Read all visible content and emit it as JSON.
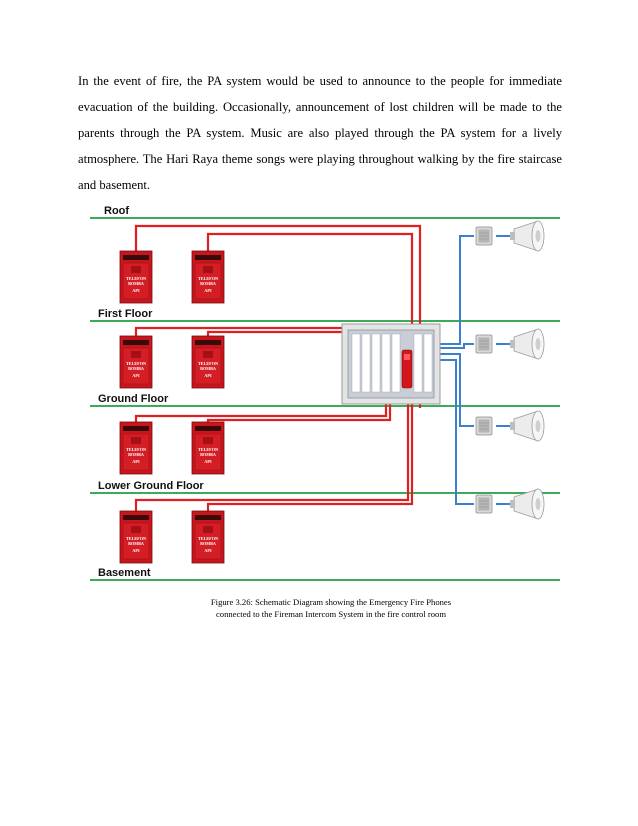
{
  "paragraph": "In the event of fire, the PA system would be used to announce to the people for immediate evacuation of the building. Occasionally, announcement of lost children will be made to the parents through the PA system. Music are also played through the PA system for a lively atmosphere. The Hari Raya theme songs were playing throughout walking by the fire staircase and basement.",
  "figure": {
    "floors": [
      "Roof",
      "First Floor",
      "Ground Floor",
      "Lower Ground Floor",
      "Basement"
    ],
    "phone_label": {
      "line1": "TELEFON",
      "line2": "BOMBA",
      "line3": "API"
    },
    "colors": {
      "floor_line": "#3daa5a",
      "phone_wiring": "#e02020",
      "speaker_wiring": "#3a7fd0",
      "phone_box": "#c8161d"
    }
  },
  "caption": {
    "line1": "Figure 3.26: Schematic Diagram showing the Emergency Fire Phones",
    "line2": "connected to the Fireman Intercom System in the fire control room"
  }
}
